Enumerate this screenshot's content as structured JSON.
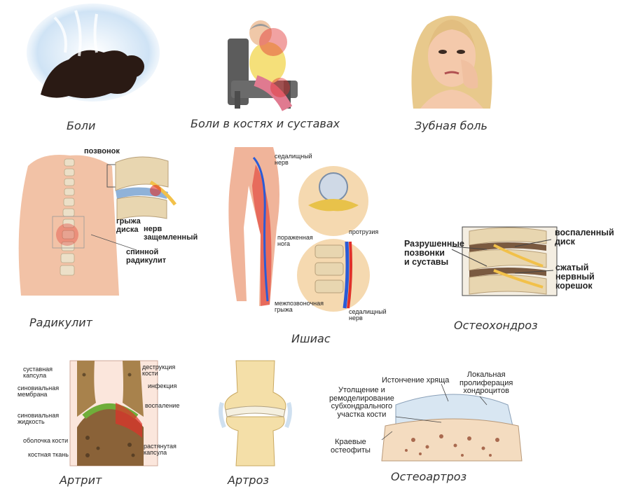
{
  "captions": {
    "pain": "Боли",
    "bones_joints": "Боли в костях и суставах",
    "toothache": "Зубная боль",
    "radiculitis": "Радикулит",
    "sciatica": "Ишиас",
    "osteochondrosis": "Остеохондроз",
    "arthritis": "Артрит",
    "arthrosis": "Артроз",
    "osteoarthrosis": "Остеоартроз"
  },
  "radiculitis_labels": {
    "vertebra": "позвонок",
    "hernia": "грыжа\nдиска",
    "nerve": "нерв\nзащемленный",
    "spinal": "спинной\nрадикулит"
  },
  "sciatica_labels": {
    "sciatic_top": "седалищный\nнерв",
    "affected_leg": "пораженная\nнога",
    "protrusion": "протрузия",
    "hernia": "межпозвоночная\nгрыжа",
    "sciatic_bottom": "седалищный\nнерв"
  },
  "osteochondrosis_labels": {
    "destroyed": "Разрушенные\nпозвонки\nи суставы",
    "inflamed": "воспаленный\nдиск",
    "compressed": "сжатый\nнервный\nкорешок"
  },
  "arthritis_labels": {
    "capsule": "суставная\nкапсула",
    "membrane": "синовиальная\nмембрана",
    "fluid": "синовиальная\nжидкость",
    "periosteum": "оболочка кости",
    "bone": "костная ткань",
    "destruction": "деструкция\nкости",
    "infection": "инфекция",
    "inflammation": "воспаление",
    "stretched": "растянутая\nкапсула"
  },
  "osteoarthrosis_labels": {
    "thinning": "Истончение хряща",
    "proliferation": "Локальная\nпролиферация\nхондроцитов",
    "thickening": "Утолщение и\nремоделирование\nсубхондрального\nучастка кости",
    "osteophytes": "Краевые\nостеофиты"
  },
  "colors": {
    "caption": "#333333",
    "skin": "#f2c2a6",
    "pain_red": "#e0302a",
    "bone": "#e8d6b0",
    "nerve_blue": "#2a5bd7"
  }
}
